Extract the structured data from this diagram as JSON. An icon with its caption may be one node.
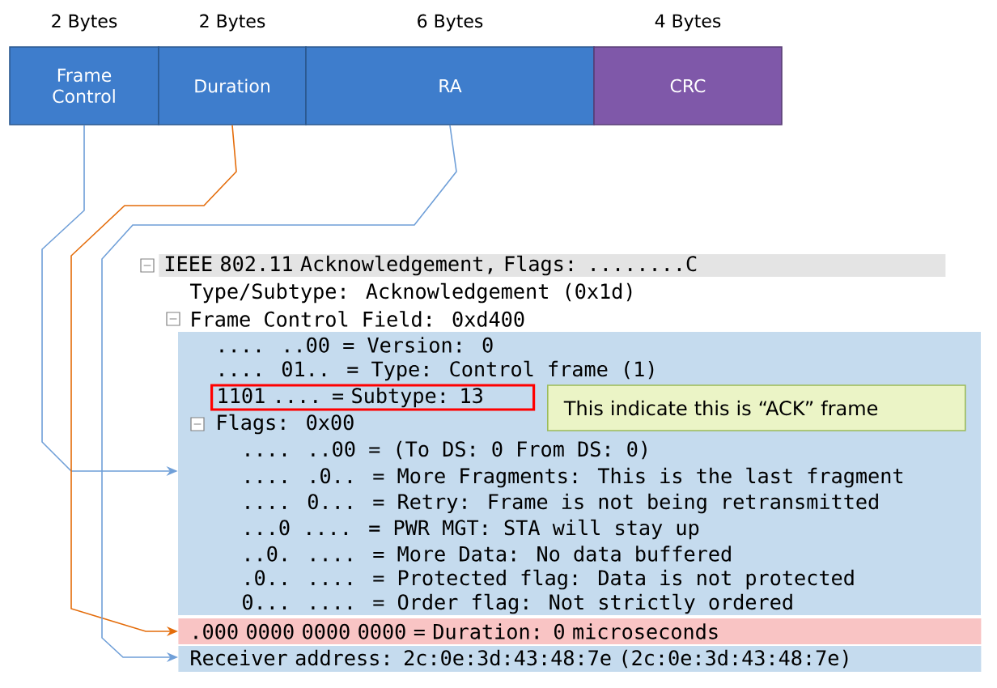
{
  "diagram": {
    "nodes": [
      {
        "text": [
          "Frame Control"
        ],
        "beside": [
          "2 Bytes"
        ]
      },
      {
        "text": [
          "Duration"
        ],
        "beside": [
          "2 Bytes"
        ]
      },
      {
        "text": [
          "RA"
        ],
        "beside": [
          "6 Bytes"
        ]
      },
      {
        "text": [
          "CRC"
        ],
        "beside": [
          "4 Bytes"
        ]
      },
      {
        "text": [
          "IEEE 802.11 Acknowledgement, Flags: ........C"
        ]
      },
      {
        "text": [
          ".... ..00 = Version: 0",
          ".... 01.. = Type: Control frame (1)",
          "Flags: 0x00",
          ".... ..00 = (To DS: 0 From DS: 0)",
          ".... .0.. = More Fragments: This is the last fragment",
          ".... 0... = Retry: Frame is not being retransmitted",
          "...0 .... = PWR MGT: STA will stay up",
          "..0. .... = More Data: No data buffered",
          ".0.. .... = Protected flag: Data is not protected",
          "0... .... = Order flag: Not strictly ordered"
        ]
      },
      {
        "text": [
          "1101 .... = Subtype: 13"
        ],
        "in": 5
      },
      {
        "text": [
          "This indicate this is “ACK” frame"
        ],
        "in": 5
      },
      {
        "text": [
          ".000 0000 0000 0000 = Duration: 0 microseconds"
        ]
      },
      {
        "text": [
          "Receiver address: 2c:0e:3d:43:48:7e (2c:0e:3d:43:48:7e)"
        ]
      }
    ],
    "edges": [
      {
        "from": 0,
        "to": 5,
        "arrow": "to"
      },
      {
        "from": 1,
        "to": 8,
        "arrow": "to",
        "color": "#e46c0a"
      },
      {
        "from": 2,
        "to": 9,
        "arrow": "to"
      }
    ],
    "labels": [
      "Type/Subtype: Acknowledgement (0x1d)",
      "Frame Control Field: 0xd400"
    ]
  }
}
